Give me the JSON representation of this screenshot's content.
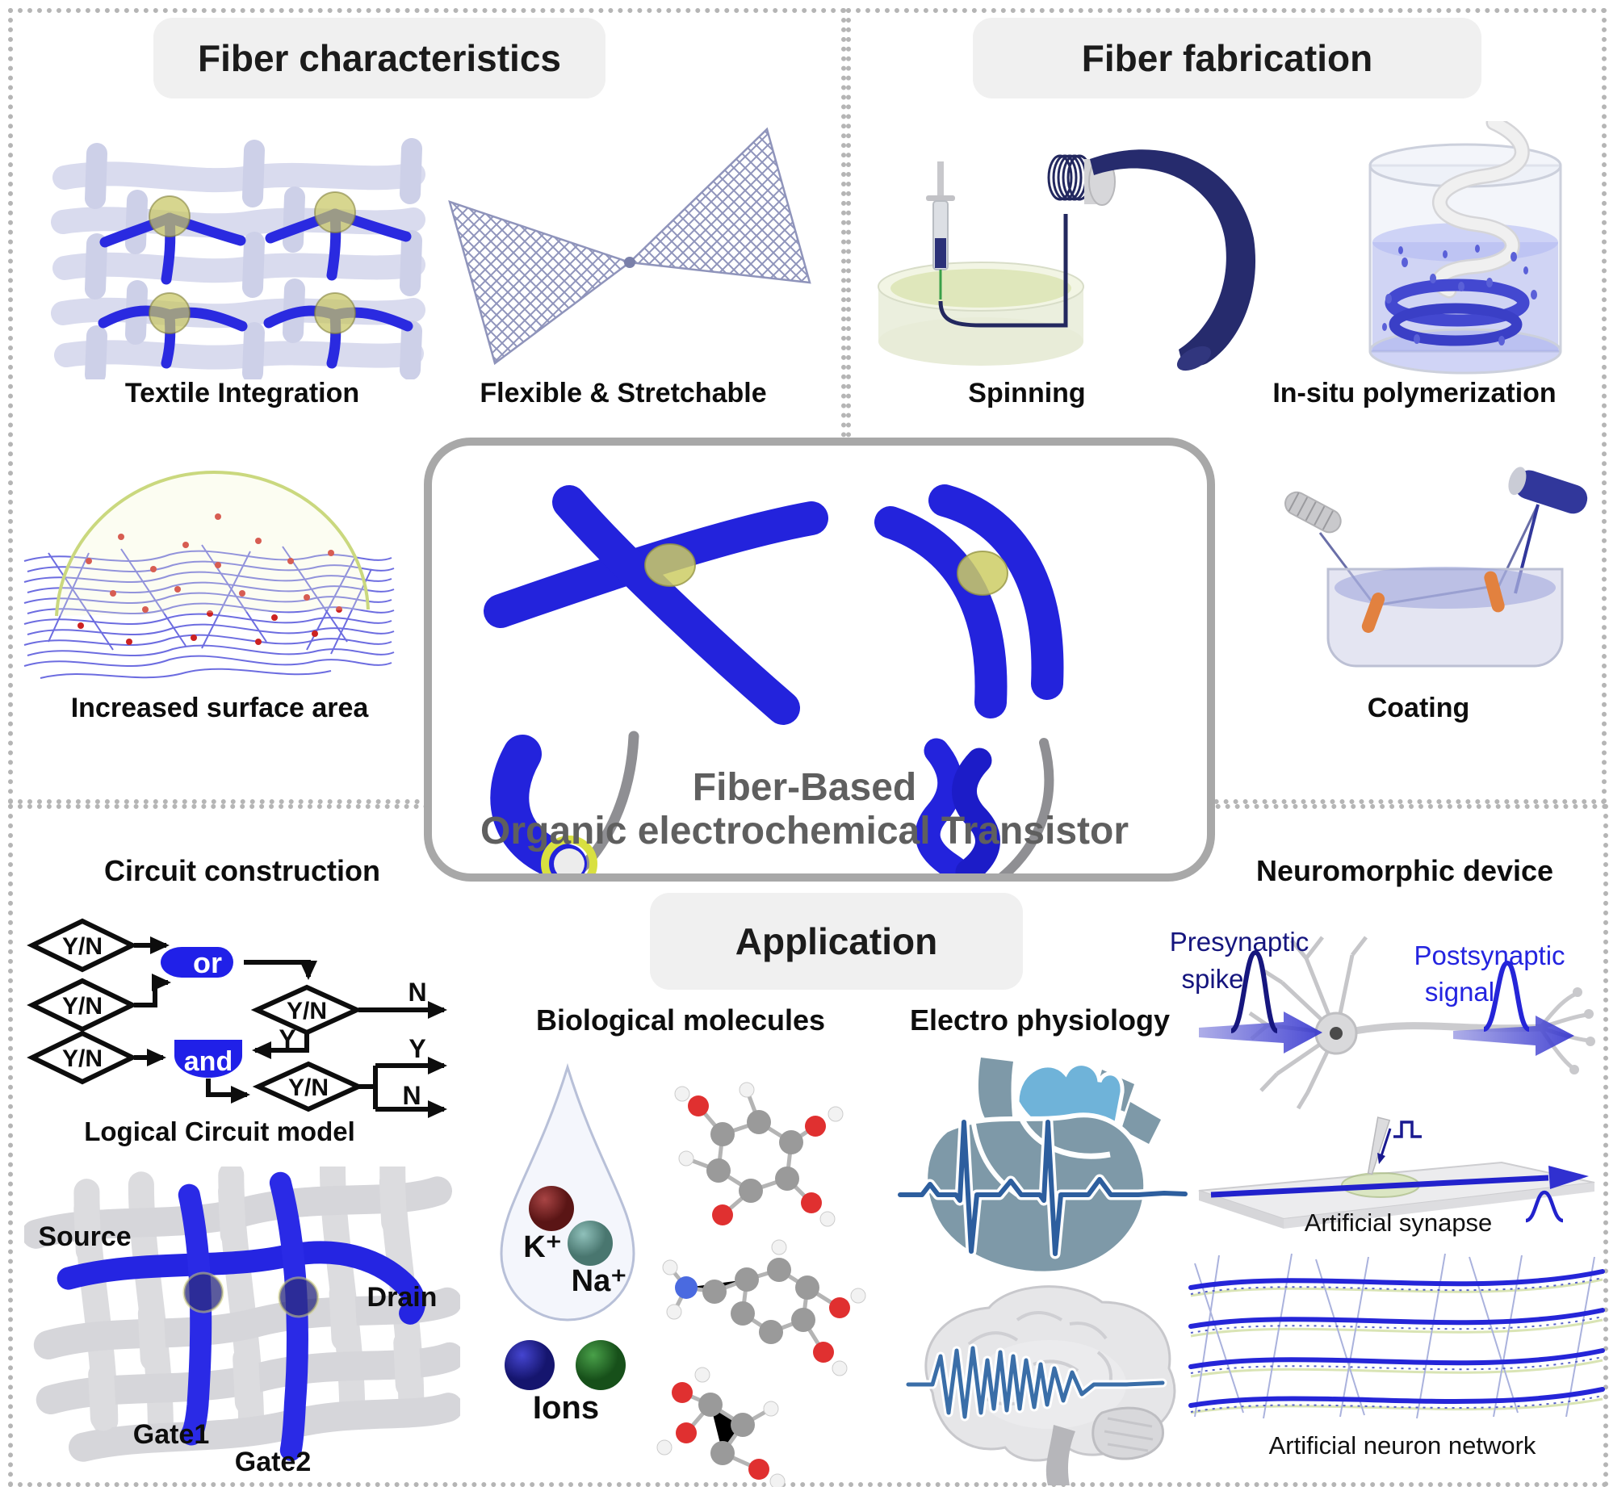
{
  "sections": {
    "characteristics": {
      "title": "Fiber characteristics",
      "textile": "Textile Integration",
      "flexible": "Flexible & Stretchable",
      "surface": "Increased surface area"
    },
    "fabrication": {
      "title": "Fiber fabrication",
      "spinning": "Spinning",
      "insitu": "In-situ polymerization",
      "coating": "Coating"
    },
    "center": {
      "line1": "Fiber-Based",
      "line2": "Organic electrochemical Transistor"
    },
    "application": {
      "title": "Application"
    },
    "circuit": {
      "label": "Circuit construction",
      "yn": "Y/N",
      "gate_or": "or",
      "gate_and": "and",
      "out_n": "N",
      "out_y": "Y",
      "caption": "Logical Circuit model",
      "source": "Source",
      "drain": "Drain",
      "gate1": "Gate1",
      "gate2": "Gate2"
    },
    "bio": {
      "label": "Biological molecules",
      "k": "K⁺",
      "na": "Na⁺",
      "ions": "Ions"
    },
    "electro": {
      "label": "Electro physiology"
    },
    "neuro": {
      "label": "Neuromorphic device",
      "pre1": "Presynaptic",
      "pre2": "spike",
      "post1": "Postsynaptic",
      "post2": "signal",
      "synapse": "Artificial synapse",
      "network": "Artificial neuron network"
    }
  },
  "colors": {
    "fiber_blue": "#2323dc",
    "navy_fiber": "#262b6d",
    "droplet_yellow": "#d8d85a",
    "header_bg": "#f0f0f0",
    "center_title_gray": "#5f5f5f",
    "presynaptic_text": "#15157e",
    "postsynaptic_text": "#2424e0",
    "heart_slate": "#7e99a8",
    "aorta_blue": "#6fb3d9",
    "ecg_blue": "#2d5e9e"
  }
}
